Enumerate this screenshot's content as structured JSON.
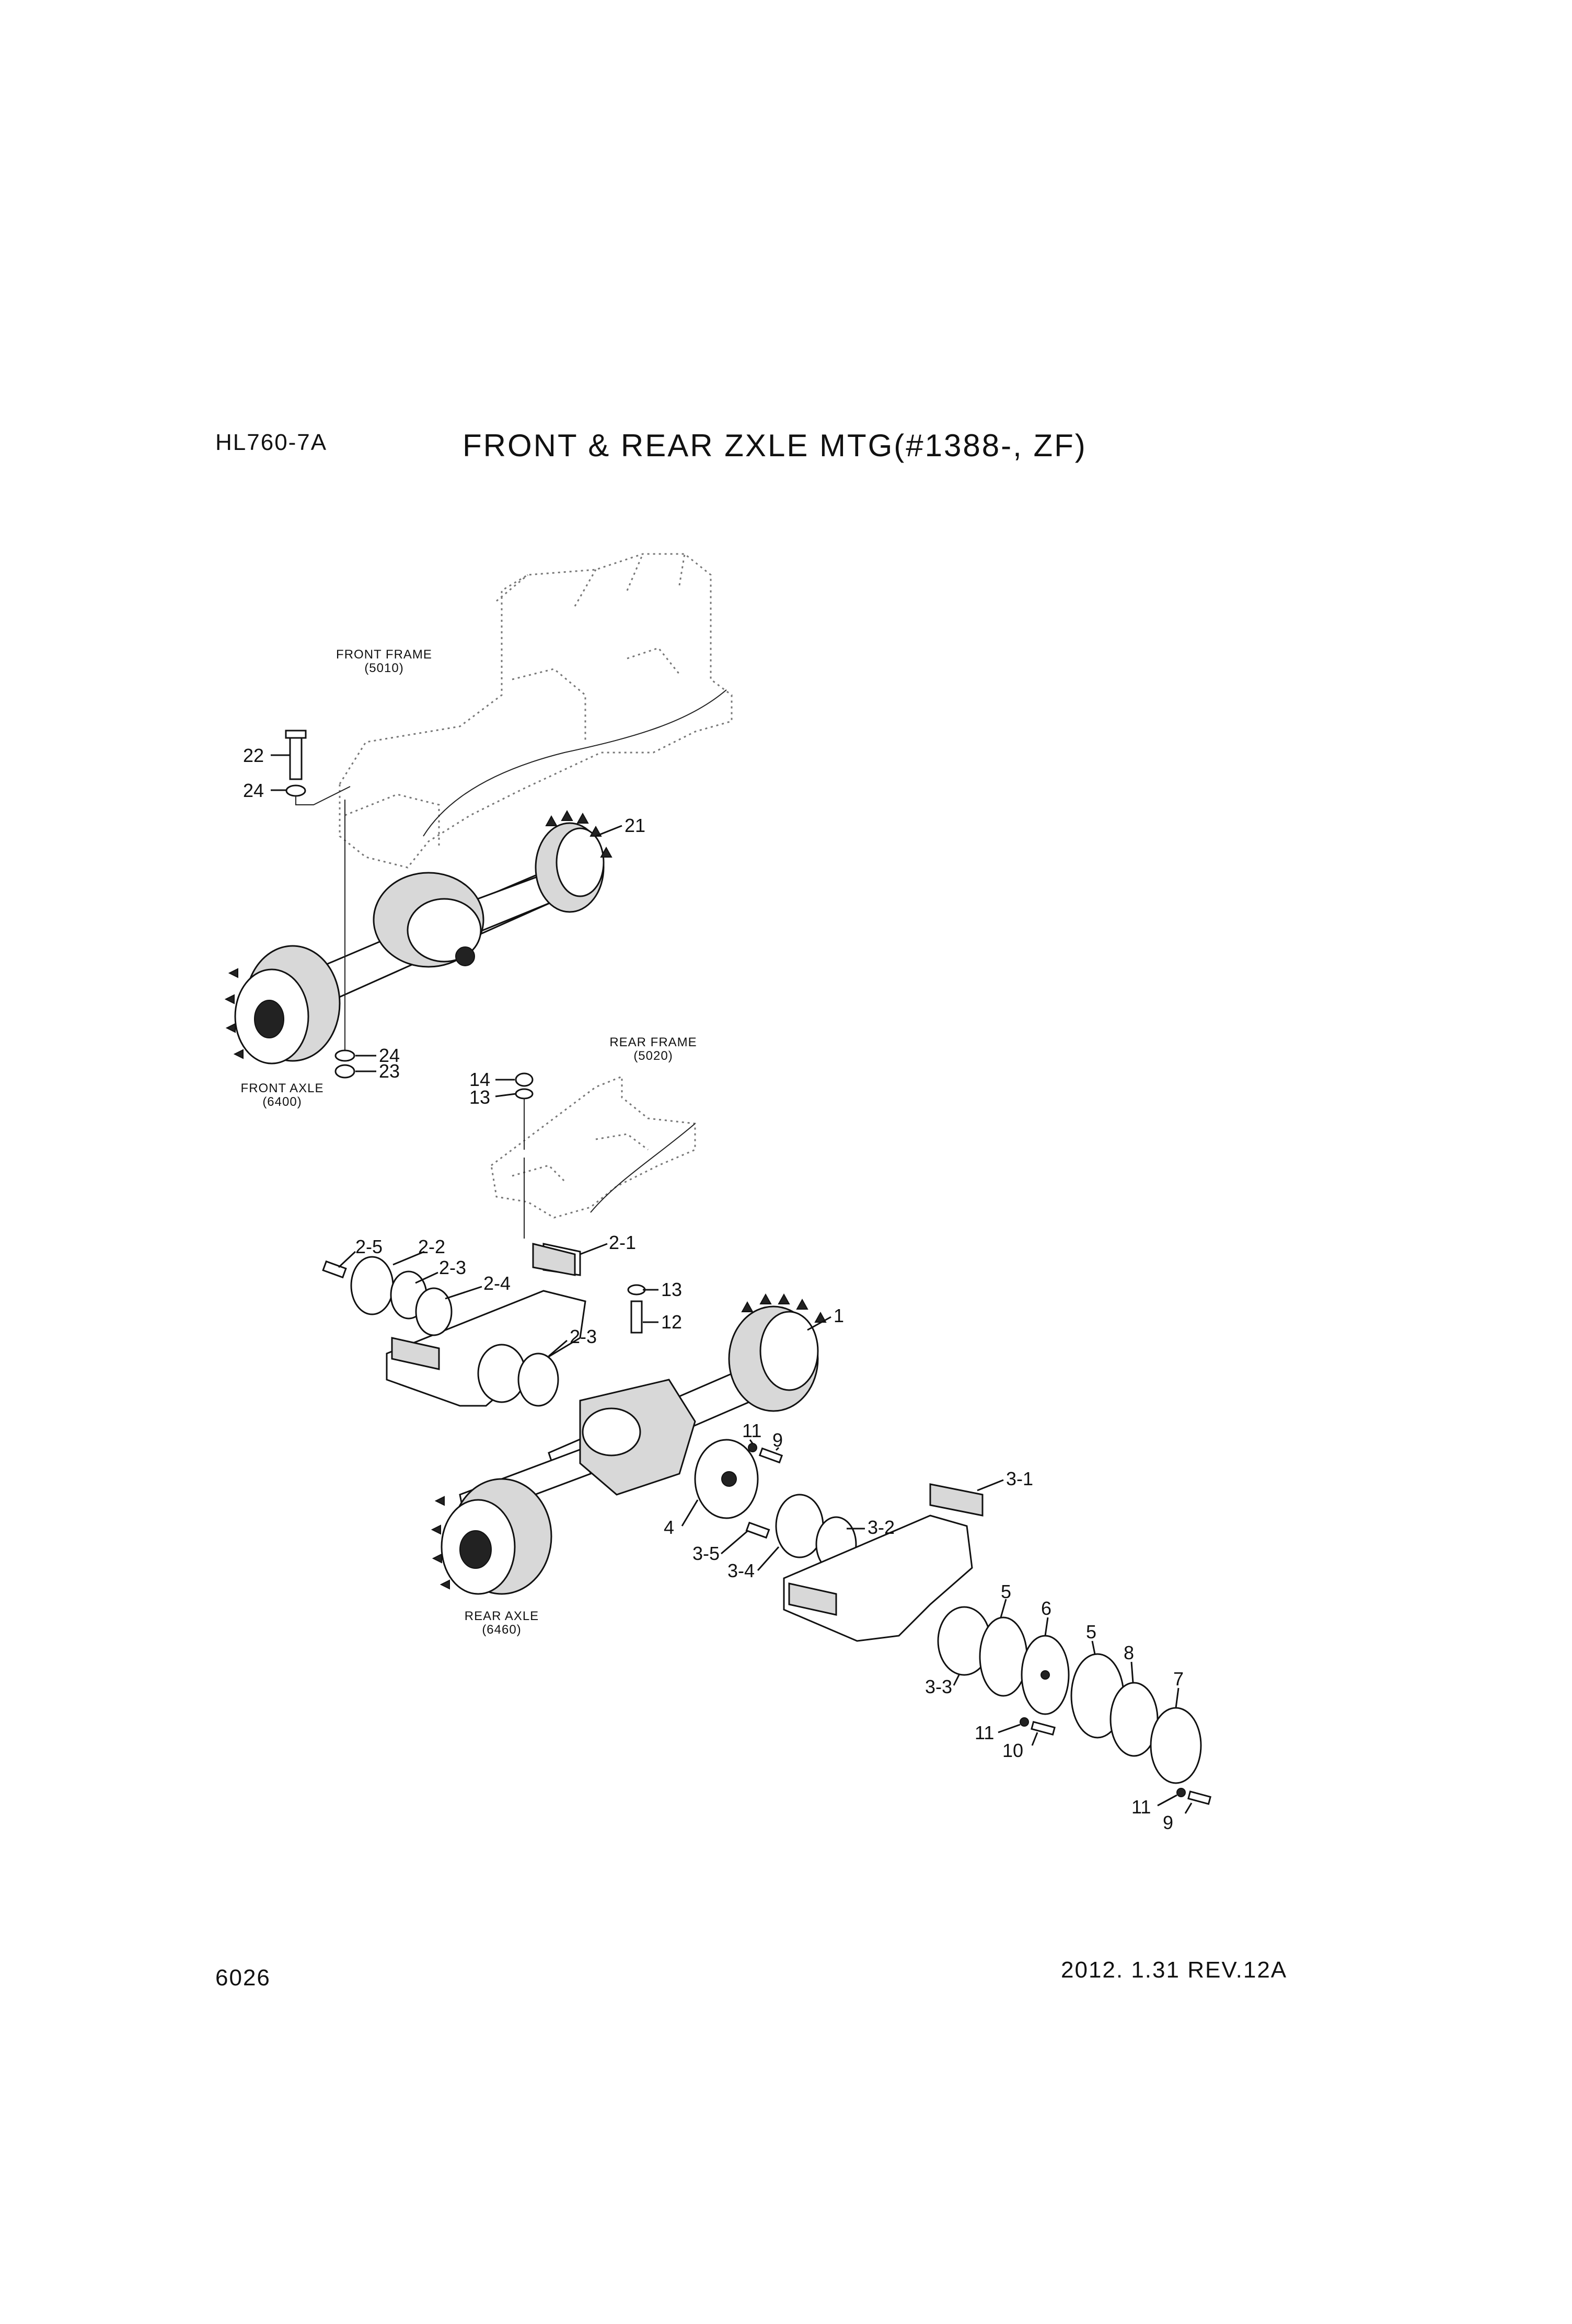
{
  "header": {
    "model": "HL760-7A",
    "title": "FRONT & REAR ZXLE MTG(#1388-, ZF)"
  },
  "footer": {
    "page_number": "6026",
    "revision": "2012. 1.31 REV.12A"
  },
  "references": {
    "front_frame_name": "FRONT FRAME",
    "front_frame_no": "(5010)",
    "front_axle_name": "FRONT AXLE",
    "front_axle_no": "(6400)",
    "rear_frame_name": "REAR FRAME",
    "rear_frame_no": "(5020)",
    "rear_axle_name": "REAR AXLE",
    "rear_axle_no": "(6460)"
  },
  "callouts": [
    "22",
    "24",
    "21",
    "24",
    "23",
    "14",
    "13",
    "2-5",
    "2-2",
    "2-3",
    "2-4",
    "2-1",
    "13",
    "12",
    "1",
    "2-3",
    "11",
    "9",
    "4",
    "3-5",
    "3-4",
    "3-2",
    "3-1",
    "5",
    "6",
    "5",
    "8",
    "7",
    "3-3",
    "11",
    "10",
    "11",
    "9"
  ]
}
